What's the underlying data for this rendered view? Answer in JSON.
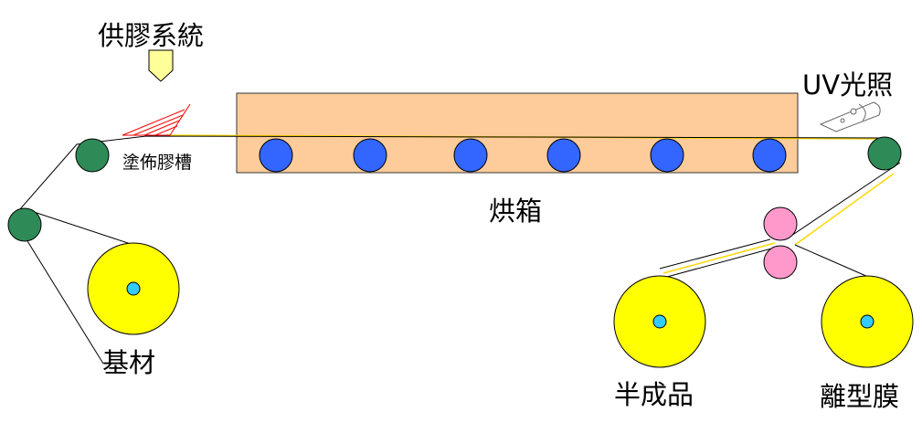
{
  "labels": {
    "glue_system": "供膠系統",
    "coating_tank": "塗佈膠槽",
    "oven": "烘箱",
    "uv": "UV光照",
    "substrate": "基材",
    "semi_finished": "半成品",
    "release_film": "離型膜"
  },
  "colors": {
    "oven_fill": "#fdcc9a",
    "oven_roller": "#3366ff",
    "guide_roller": "#2e8b57",
    "nip_roller": "#ff99cc",
    "reel": "#ffff00",
    "reel_core": "#33ccff",
    "film": "#ffd700",
    "web": "#000000",
    "glue_arrow": "#ffff99",
    "coating": "#ff0000"
  },
  "icons": {
    "glue_feed": "down-arrow-pentagon-icon",
    "uv_lamp": "uv-lamp-icon"
  }
}
